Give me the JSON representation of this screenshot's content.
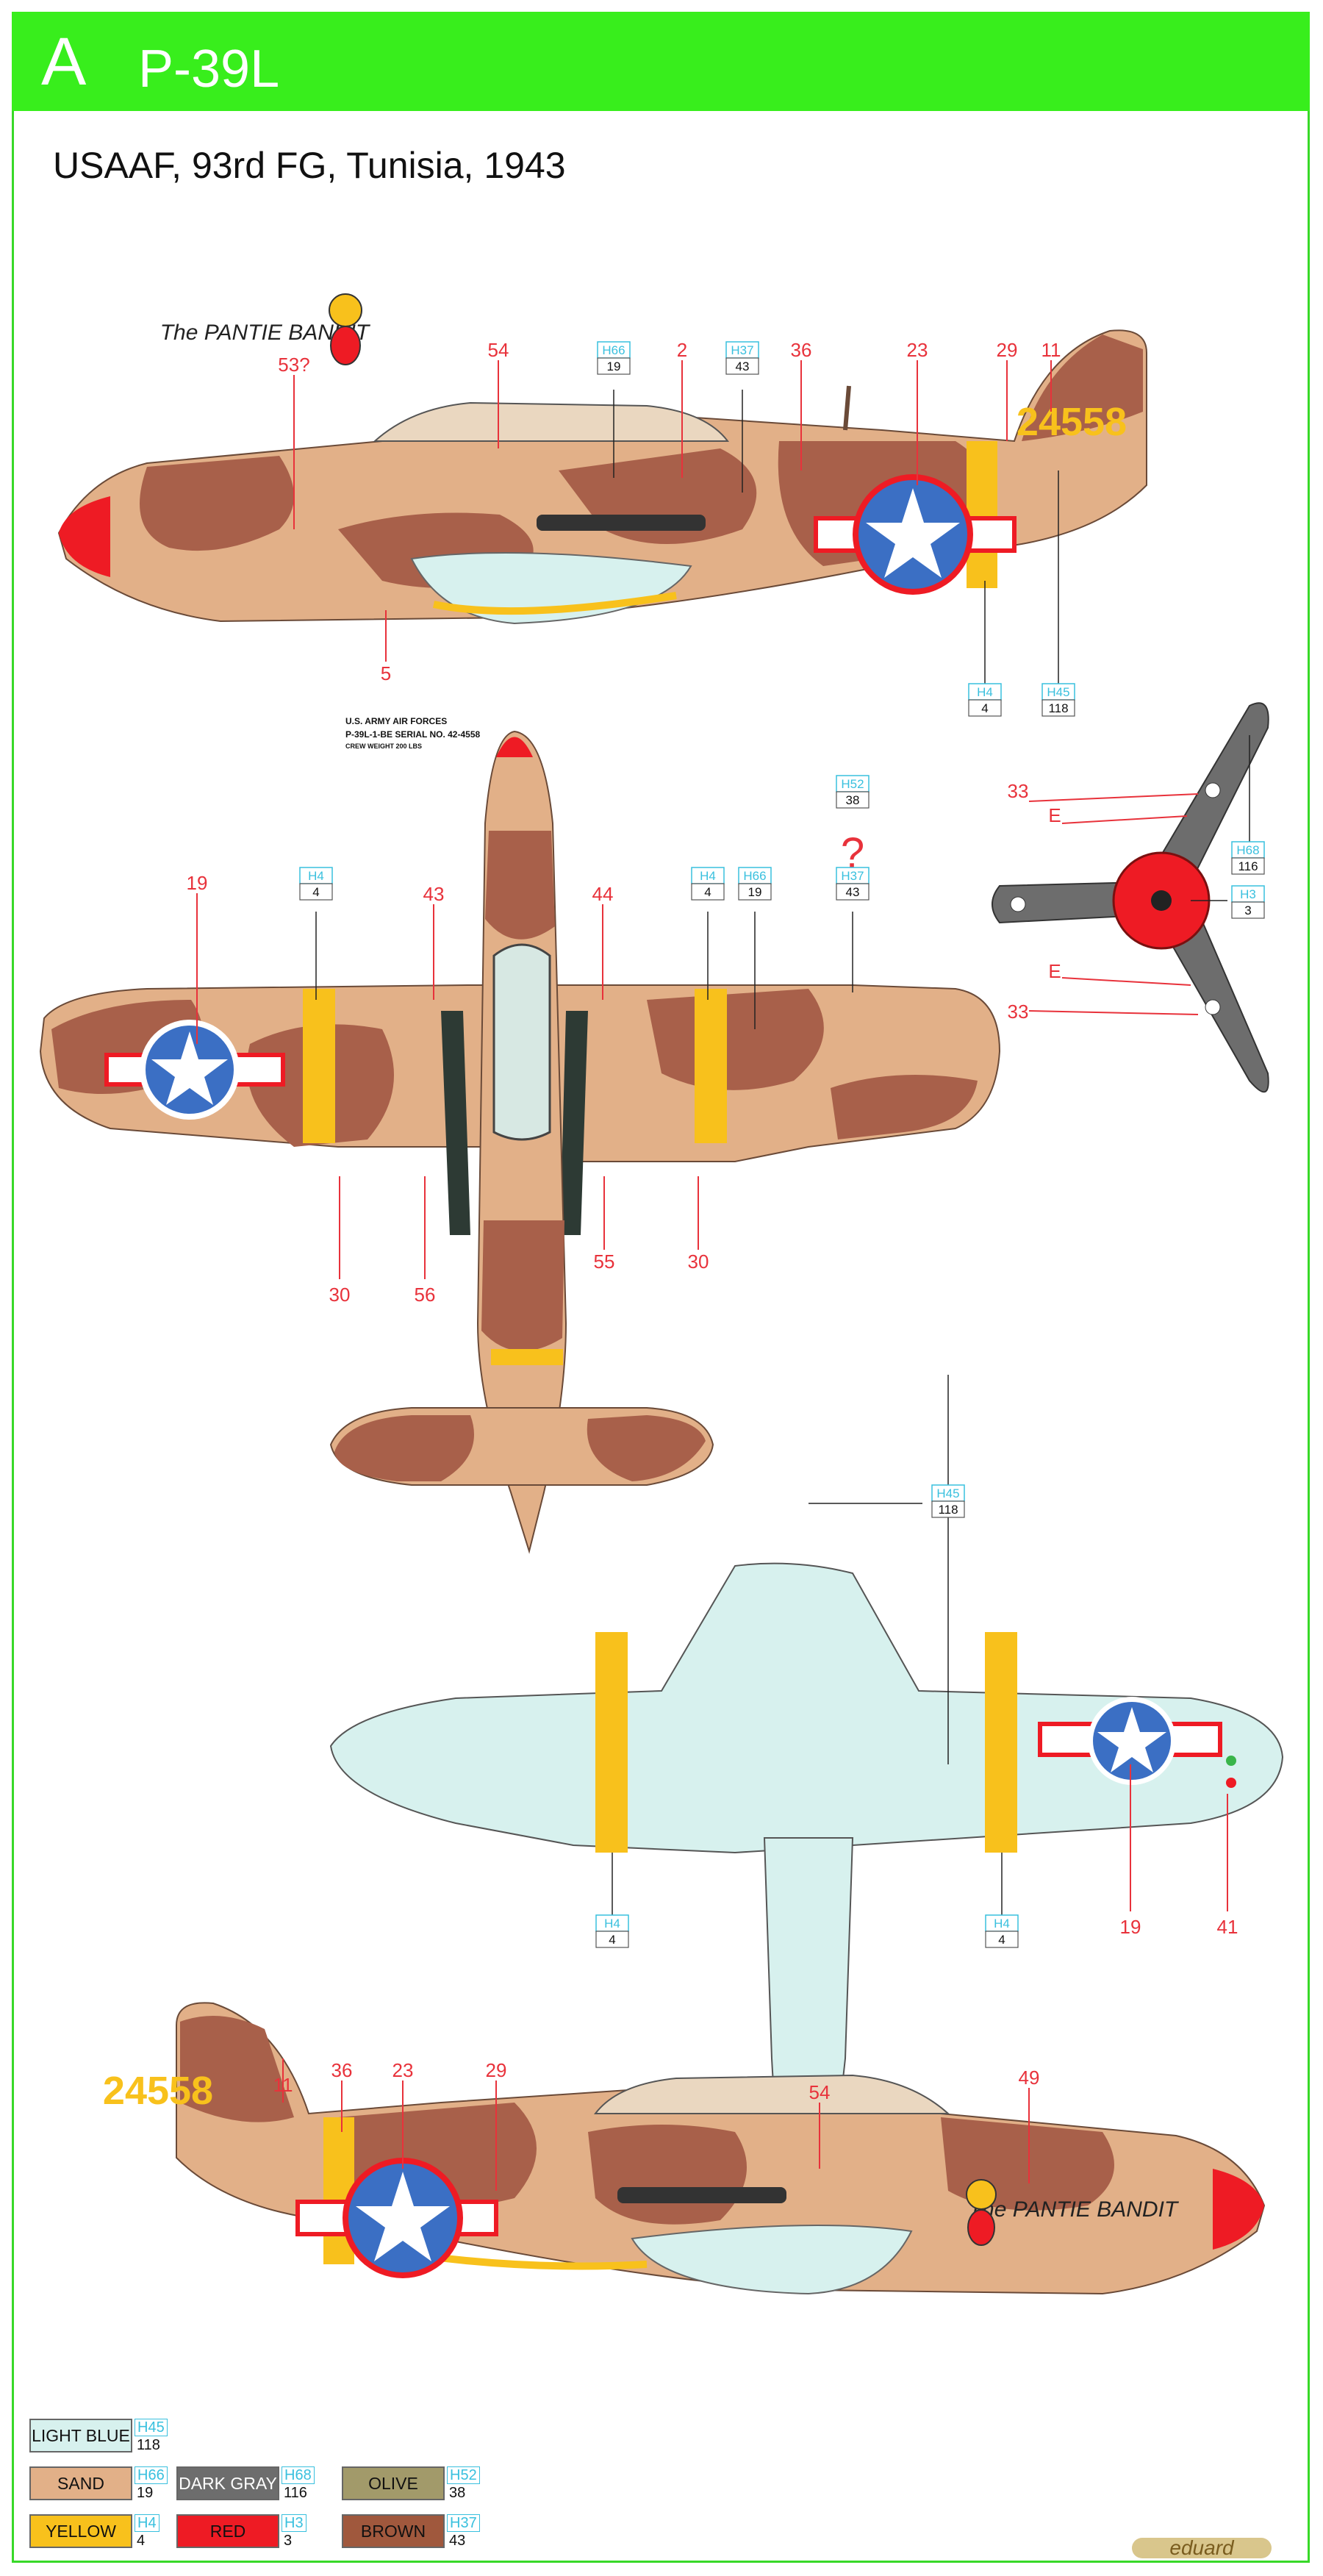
{
  "header": {
    "letter": "A",
    "model": "P-39L"
  },
  "subtitle": "USAAF, 93rd FG, Tunisia, 1943",
  "serial_tail": "24558",
  "nose_art": {
    "signature": "The PANTIE BANDIT"
  },
  "stencil": {
    "lines": [
      "U.S. ARMY AIR FORCES",
      "P-39L-1-BE SERIAL NO. 42-4558",
      "CREW WEIGHT 200 LBS"
    ]
  },
  "question_mark": "?",
  "callouts": {
    "side1": [
      "53?",
      "54",
      "2",
      "36",
      "23",
      "29",
      "11",
      "5"
    ],
    "top": [
      "19",
      "43",
      "44",
      "30",
      "56",
      "55",
      "30"
    ],
    "prop": [
      "33",
      "E",
      "E",
      "33"
    ],
    "bottom": [
      "19",
      "41"
    ],
    "side2": [
      "11",
      "36",
      "23",
      "29",
      "54",
      "49"
    ]
  },
  "codes": {
    "h66": {
      "h": "H66",
      "n": "19"
    },
    "h37": {
      "h": "H37",
      "n": "43"
    },
    "h4": {
      "h": "H4",
      "n": "4"
    },
    "h45": {
      "h": "H45",
      "n": "118"
    },
    "h52": {
      "h": "H52",
      "n": "38"
    },
    "h68": {
      "h": "H68",
      "n": "116"
    },
    "h3": {
      "h": "H3",
      "n": "3"
    }
  },
  "legend": [
    {
      "label": "LIGHT BLUE",
      "h": "H45",
      "n": "118",
      "color": "#d7f1ee",
      "text": "#111"
    },
    {
      "label": "SAND",
      "h": "H66",
      "n": "19",
      "color": "#e2b088",
      "text": "#111"
    },
    {
      "label": "DARK GRAY",
      "h": "H68",
      "n": "116",
      "color": "#6d6d6d",
      "text": "#fff"
    },
    {
      "label": "OLIVE",
      "h": "H52",
      "n": "38",
      "color": "#a29a6a",
      "text": "#111"
    },
    {
      "label": "YELLOW",
      "h": "H4",
      "n": "4",
      "color": "#f8c11c",
      "text": "#111"
    },
    {
      "label": "RED",
      "h": "H3",
      "n": "3",
      "color": "#ee1b24",
      "text": "#111"
    },
    {
      "label": "BROWN",
      "h": "H37",
      "n": "43",
      "color": "#a0583d",
      "text": "#111"
    }
  ],
  "brand": "eduard",
  "colors": {
    "sand": "#e2b088",
    "brown": "#a8604a",
    "lightblue": "#d7f1ee",
    "yellow": "#f8c11c",
    "red": "#ee1b24",
    "insignia_blue": "#3b6fc4",
    "callout": "#e8323b",
    "code_blue": "#39c0de"
  }
}
